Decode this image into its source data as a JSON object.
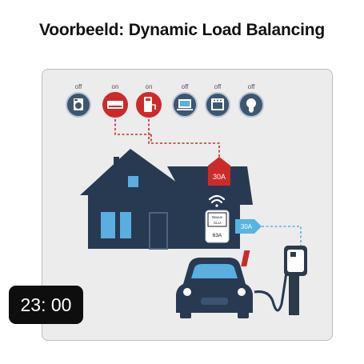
{
  "title": "Voorbeeld: Dynamic Load Balancing",
  "appliances": [
    {
      "state": "off",
      "icon": "washing-machine-icon"
    },
    {
      "state": "on",
      "icon": "air-conditioner-icon"
    },
    {
      "state": "on",
      "icon": "water-heater-icon"
    },
    {
      "state": "off",
      "icon": "computer-icon"
    },
    {
      "state": "off",
      "icon": "oven-icon"
    },
    {
      "state": "off",
      "icon": "light-bulb-icon"
    }
  ],
  "house_limit": "30A",
  "meter": {
    "brand": "Nexus",
    "model": "CLU",
    "current": "63A"
  },
  "charger_limit": "30A",
  "clock": "23: 00",
  "colors": {
    "active": "#cd2b2a",
    "inactive": "#3e5670",
    "house": "#283a52",
    "accent": "#56b4e3",
    "window": "#5aaee0"
  }
}
